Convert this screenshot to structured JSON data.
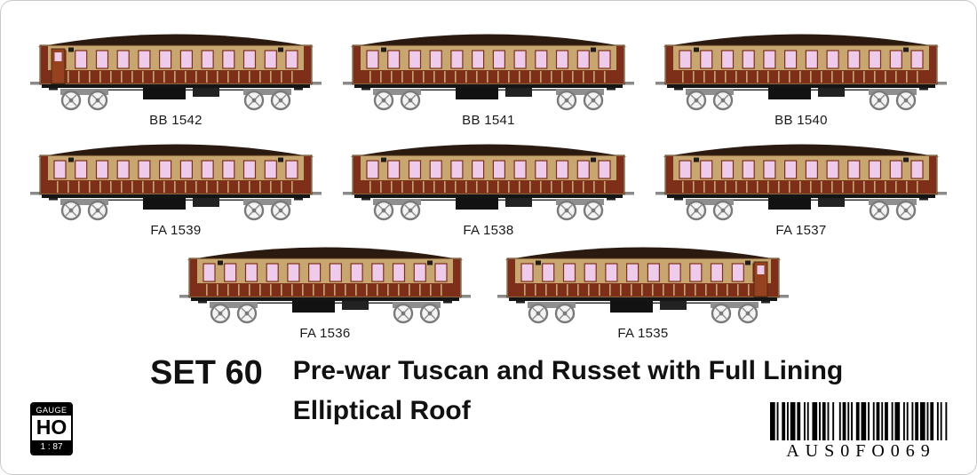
{
  "title": {
    "set_label": "SET 60",
    "line1": "Pre-war  Tuscan and Russet with Full Lining",
    "line2": "Elliptical Roof"
  },
  "carriages": {
    "rows": [
      [
        {
          "label": "BB 1542",
          "door": "left"
        },
        {
          "label": "BB 1541",
          "door": null
        },
        {
          "label": "BB 1540",
          "door": null
        }
      ],
      [
        {
          "label": "FA 1539",
          "door": null
        },
        {
          "label": "FA 1538",
          "door": null
        },
        {
          "label": "FA 1537",
          "door": null
        }
      ],
      [
        {
          "label": "FA 1536",
          "door": null
        },
        {
          "label": "FA 1535",
          "door": "right"
        }
      ]
    ]
  },
  "gauge_badge": {
    "top": "GAUGE",
    "scale": "HO",
    "ratio": "1 : 87"
  },
  "barcode": {
    "text": "AUS0FO069"
  },
  "colors": {
    "roof": "#2b1a10",
    "body_tan": "#c8a670",
    "russet": "#7e2f1a",
    "tuscan_door": "#96421f",
    "window": "#eecbea",
    "underframe": "#151515",
    "bogie": "#8f8f8f"
  }
}
